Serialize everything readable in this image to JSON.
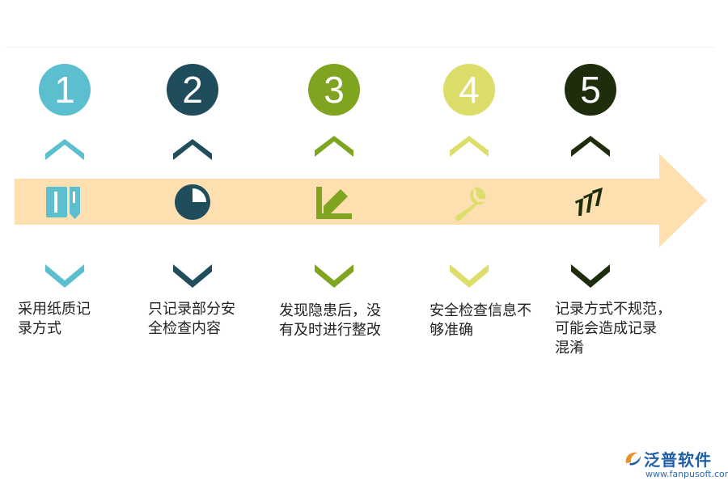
{
  "colors": {
    "arrow": "#fddfb0",
    "step1": "#5bbfcf",
    "step2": "#1f4d5c",
    "step3": "#7fa41f",
    "step4": "#dddd6a",
    "step5": "#1e2e0c"
  },
  "steps": [
    {
      "number": "1",
      "text_line1": "采用纸质记",
      "text_line2": "录方式",
      "text_line3": "",
      "icon": "book-icon"
    },
    {
      "number": "2",
      "text_line1": "只记录部分安",
      "text_line2": "全检查内容",
      "text_line3": "",
      "icon": "pie-chart-icon"
    },
    {
      "number": "3",
      "text_line1": "发现隐患后，没",
      "text_line2": "有及时进行整改",
      "text_line3": "",
      "icon": "edit-icon"
    },
    {
      "number": "4",
      "text_line1": "安全检查信息不",
      "text_line2": "够准确",
      "text_line3": "",
      "icon": "wrench-icon"
    },
    {
      "number": "5",
      "text_line1": "记录方式不规范，",
      "text_line2": "可能会造成记录",
      "text_line3": "混淆",
      "icon": "chevron-lines-icon"
    }
  ],
  "logo": {
    "name": "泛普软件",
    "url": "www.fanpusoft.com"
  }
}
